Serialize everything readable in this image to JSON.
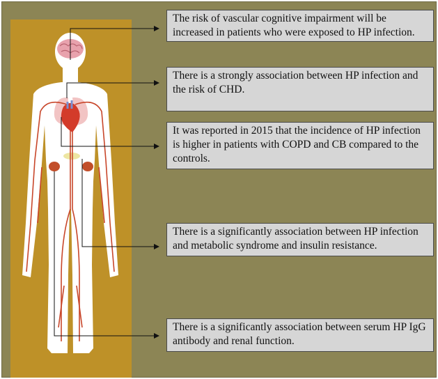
{
  "callouts": [
    "The risk of vascular cognitive impairment will be increased in patients who were exposed to HP infection.",
    "There is a strongly association between HP infection and the risk of CHD.",
    "It was reported in 2015 that the incidence of HP infection is higher in patients with COPD and CB compared to the controls.",
    "There is a significantly association between HP infection and metabolic syndrome and insulin resistance.",
    "There is a significantly association between serum HP IgG antibody and renal function."
  ],
  "colors": {
    "background": "#8c8555",
    "figure_panel": "#be9128",
    "body": "#ffffff",
    "vessels": "#c8462a",
    "callout_fill": "#d6d6d6"
  },
  "organs": [
    "brain-icon",
    "lungs-icon",
    "heart-icon",
    "kidney-icon",
    "liver-icon"
  ]
}
